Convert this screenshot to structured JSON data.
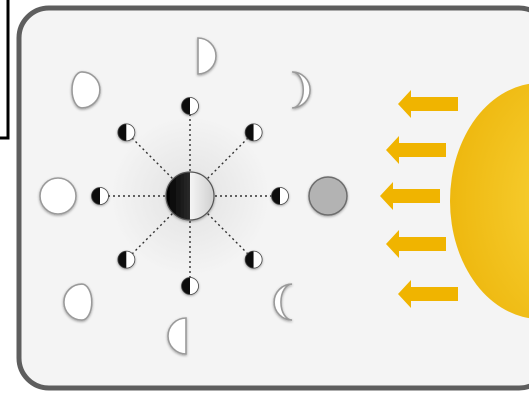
{
  "diagram": {
    "kind": "moon-phases",
    "colors": {
      "panel_border": "#5e5e5e",
      "panel_fill": "#f4f4f4",
      "dark": "#111111",
      "light": "#ffffff",
      "moon_outline": "#9a9a9a",
      "sun_fill": "#f2c21a",
      "arrow_fill": "#f0b400",
      "lit_moon": "#b3b3b3"
    },
    "orbit_moons": [
      {
        "angle_deg": 0
      },
      {
        "angle_deg": 45
      },
      {
        "angle_deg": 90
      },
      {
        "angle_deg": 135
      },
      {
        "angle_deg": 180
      },
      {
        "angle_deg": 225
      },
      {
        "angle_deg": 270
      },
      {
        "angle_deg": 315
      }
    ],
    "phases": [
      {
        "name": "full",
        "icon": "full-moon-icon"
      },
      {
        "name": "waxing-gibbous",
        "icon": "gibbous-moon-icon"
      },
      {
        "name": "first-quarter",
        "icon": "quarter-moon-icon"
      },
      {
        "name": "waxing-crescent",
        "icon": "crescent-moon-icon"
      },
      {
        "name": "new",
        "icon": "new-moon-icon"
      },
      {
        "name": "waning-crescent",
        "icon": "crescent-moon-icon"
      },
      {
        "name": "last-quarter",
        "icon": "quarter-moon-icon"
      },
      {
        "name": "waning-gibbous",
        "icon": "gibbous-moon-icon"
      }
    ],
    "sunlight_arrows": 5
  }
}
